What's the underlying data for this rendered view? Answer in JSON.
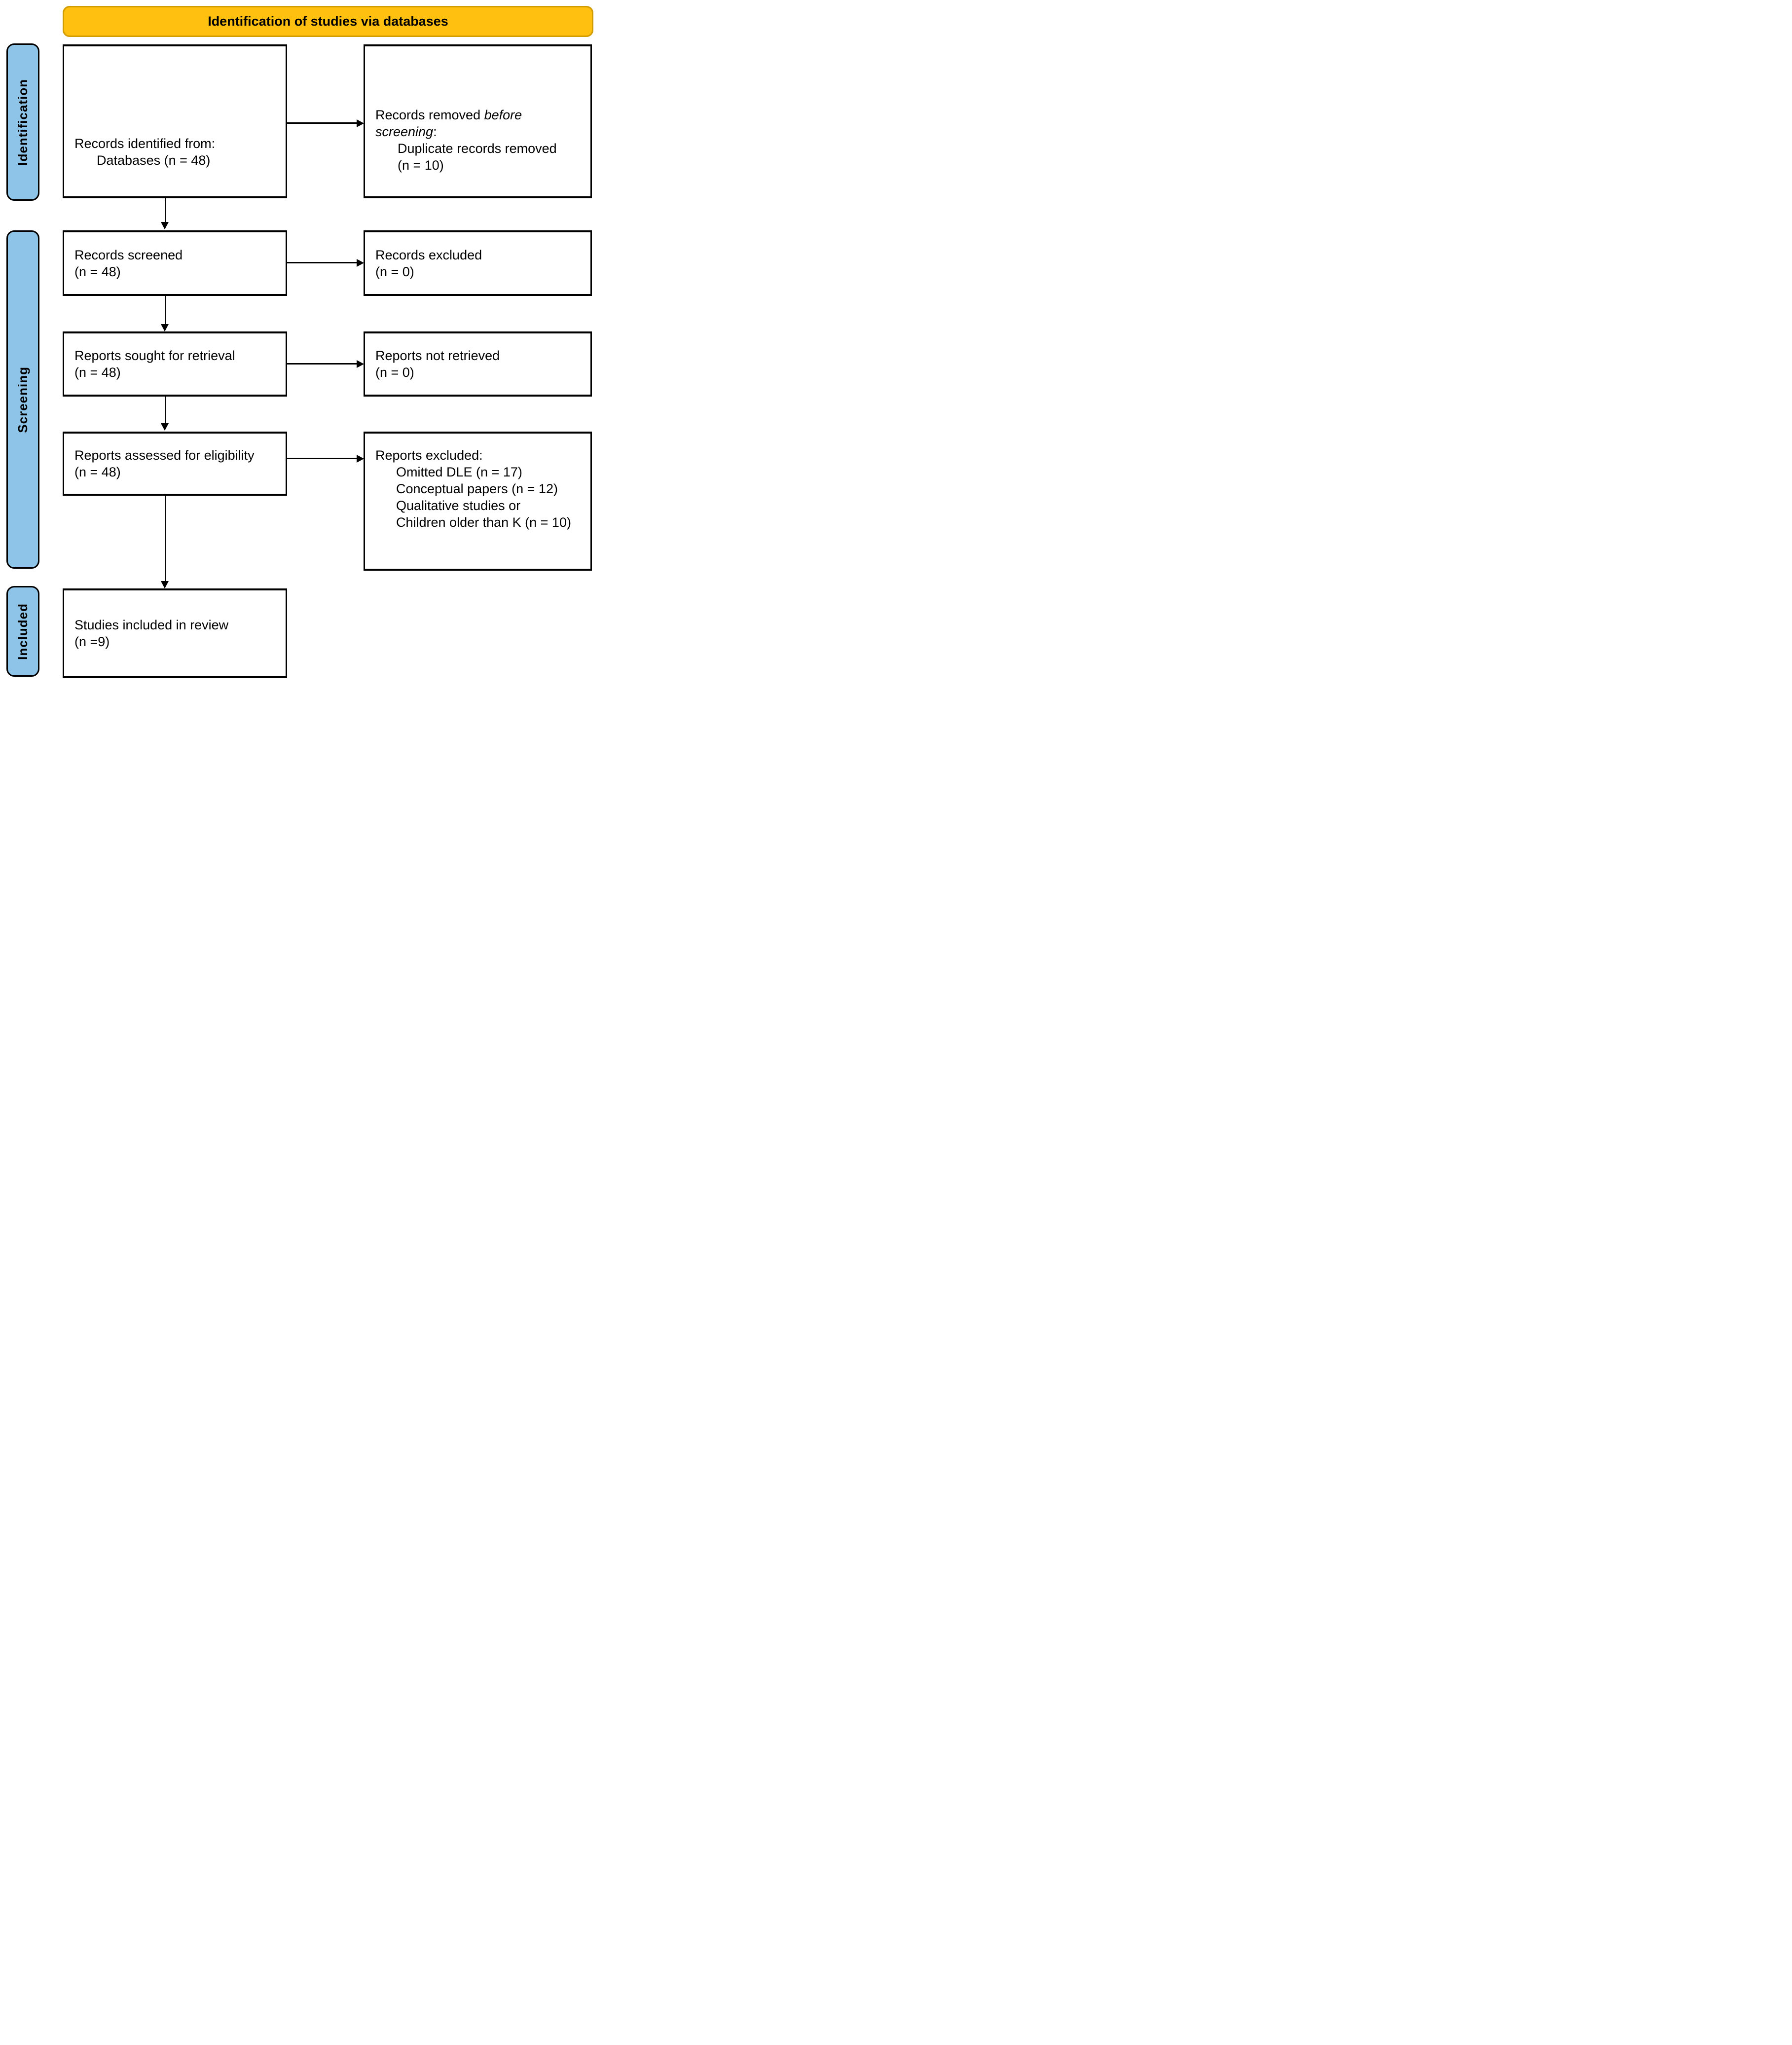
{
  "header": {
    "title": "Identification of studies via databases"
  },
  "sidebar": {
    "items": [
      {
        "label": "Identification"
      },
      {
        "label": "Screening"
      },
      {
        "label": "Included"
      }
    ]
  },
  "flow": {
    "row1_left": {
      "line1": "Records identified from:",
      "line2": "Databases (n = 48)"
    },
    "row1_right": {
      "line1_regular": "Records removed ",
      "line1_italic": "before",
      "line2_italic": "screening",
      "line2_regular": ":",
      "line3": "Duplicate records removed",
      "line4": "(n = 10)"
    },
    "row2_left": {
      "line1": "Records screened",
      "line2": "(n = 48)"
    },
    "row2_right": {
      "line1": "Records excluded",
      "line2": "(n = 0)"
    },
    "row3_left": {
      "line1": "Reports sought for retrieval",
      "line2": "(n = 48)"
    },
    "row3_right": {
      "line1": "Reports not retrieved",
      "line2": "(n = 0)"
    },
    "row4_left": {
      "line1": "Reports assessed for eligibility",
      "line2": "(n = 48)"
    },
    "row4_right": {
      "heading": "Reports excluded:",
      "items": [
        "Omitted DLE (n = 17)",
        "Conceptual papers (n = 12)",
        "Qualitative studies or",
        "Children older than K (n = 10)"
      ]
    },
    "included": {
      "line1": "Studies included in review",
      "line2": "(n =9)"
    }
  },
  "colors": {
    "banner_fill": "#FFC010",
    "banner_border": "#D29B00",
    "sidebar_fill": "#8EC4E8",
    "box_border": "#000000"
  }
}
